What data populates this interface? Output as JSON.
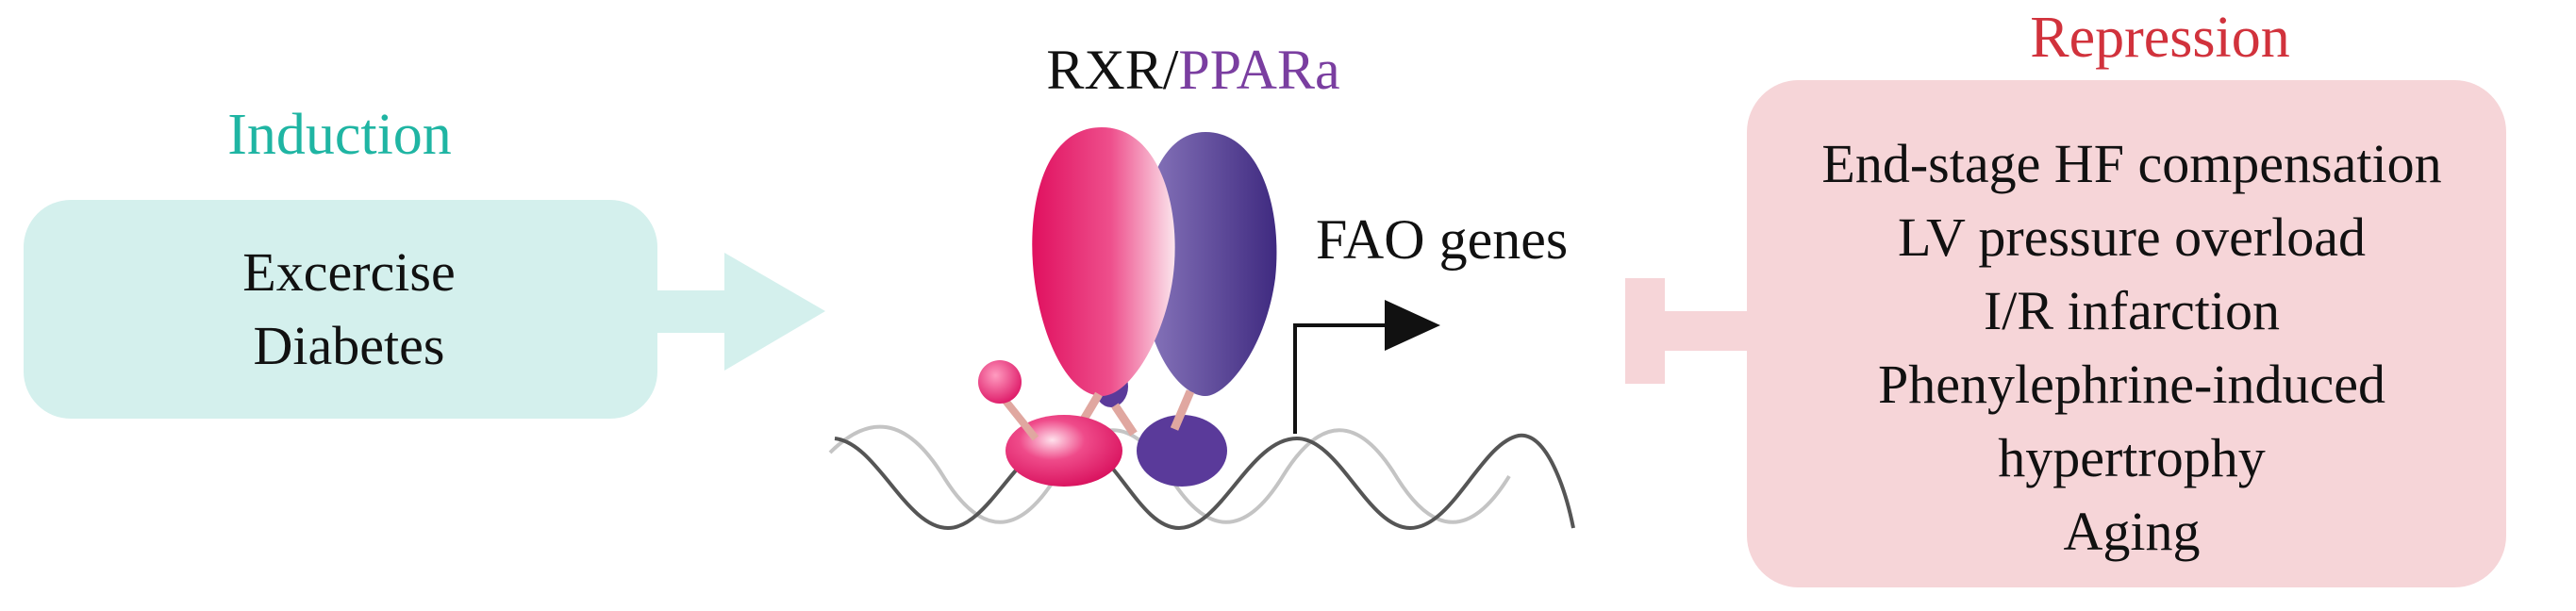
{
  "induction": {
    "title": "Induction",
    "items": [
      "Excercise",
      "Diabetes"
    ]
  },
  "complex": {
    "rxr_label": "RXR/",
    "ppar_label": "PPARa"
  },
  "target": {
    "label": "FAO genes"
  },
  "repression": {
    "title": "Repression",
    "items": [
      "End-stage HF compensation",
      "LV pressure overload",
      "I/R infarction",
      "Phenylephrine-induced",
      "hypertrophy",
      "Aging"
    ]
  },
  "colors": {
    "induction_accent": "#1fb5a3",
    "induction_box": "#d4f0ed",
    "repression_accent": "#d1323c",
    "repression_box": "#f6d5d8",
    "rxr": "#e8206f",
    "ppar": "#5a3a9a"
  }
}
